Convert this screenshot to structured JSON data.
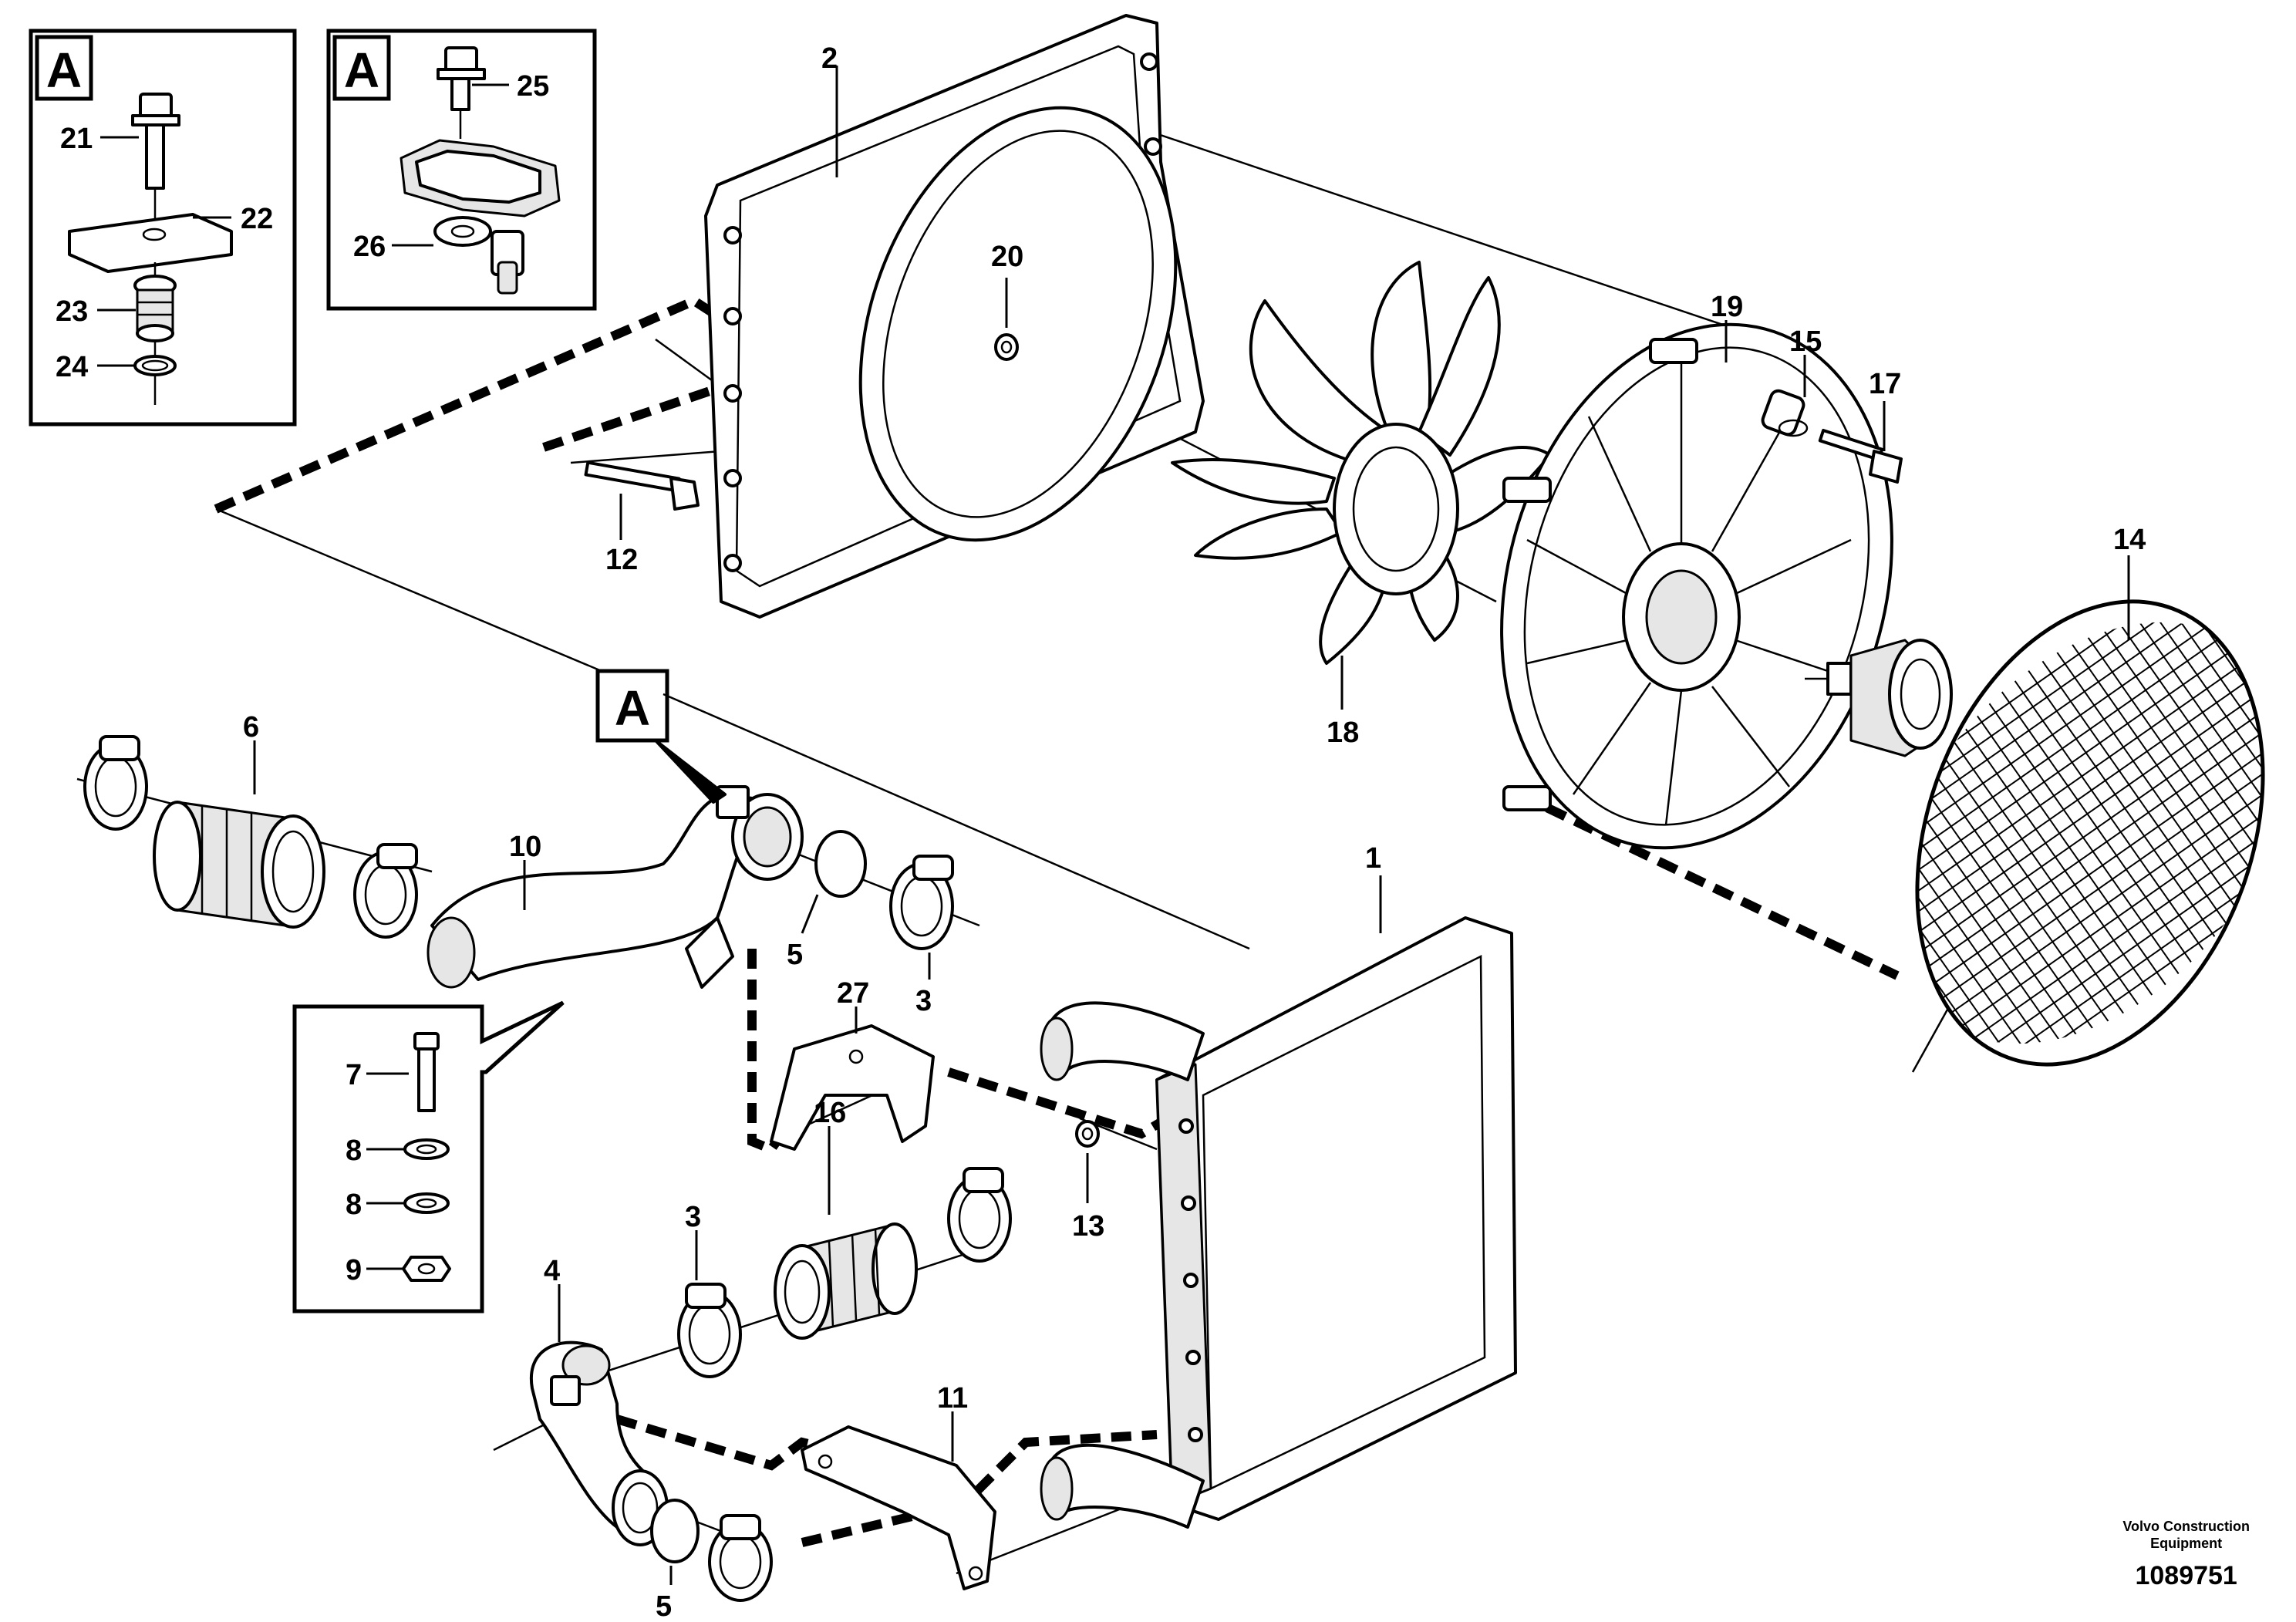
{
  "labels": {
    "p1": "1",
    "p2": "2",
    "p3a": "3",
    "p3b": "3",
    "p4": "4",
    "p5a": "5",
    "p5b": "5",
    "p6": "6",
    "p7": "7",
    "p8a": "8",
    "p8b": "8",
    "p9": "9",
    "p10": "10",
    "p11": "11",
    "p12": "12",
    "p13": "13",
    "p14": "14",
    "p15": "15",
    "p16": "16",
    "p17": "17",
    "p18": "18",
    "p19": "19",
    "p20": "20",
    "p21": "21",
    "p22": "22",
    "p23": "23",
    "p24": "24",
    "p25": "25",
    "p26": "26",
    "p27": "27"
  },
  "sections": {
    "detail1": "A",
    "detail2": "A",
    "callout": "A"
  },
  "footer": {
    "brand_line1": "Volvo Construction",
    "brand_line2": "Equipment",
    "doc_number": "1089751"
  }
}
